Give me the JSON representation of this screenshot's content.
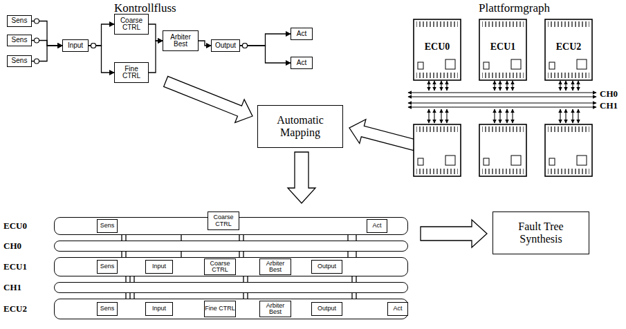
{
  "diagram": {
    "nodes": [
      {
        "text": [
          "Sens"
        ]
      },
      {
        "text": [
          "Sens"
        ]
      },
      {
        "text": [
          "Sens"
        ]
      },
      {
        "text": [
          "Input"
        ]
      },
      {
        "text": [
          "Coarse CTRL"
        ]
      },
      {
        "text": [
          "Fine CTRL"
        ]
      },
      {
        "text": [
          "Arbiter Best"
        ]
      },
      {
        "text": [
          "Output"
        ]
      },
      {
        "text": [
          "Act"
        ]
      },
      {
        "text": [
          "Act"
        ]
      },
      {
        "text": [
          "ECU0"
        ]
      },
      {
        "text": [
          "ECU1"
        ]
      },
      {
        "text": [
          "ECU2"
        ]
      },
      {
        "text": [
          "Automatic Mapping"
        ]
      },
      {
        "text": [
          "ECU0"
        ]
      },
      {
        "text": [
          "Sens"
        ],
        "in": 14
      },
      {
        "text": [
          "Coarse CTRL"
        ],
        "in": 14
      },
      {
        "text": [
          "Act"
        ],
        "in": 14
      },
      {
        "text": [
          "CH0"
        ]
      },
      {
        "text": [
          "ECU1"
        ]
      },
      {
        "text": [
          "Sens"
        ],
        "in": 19
      },
      {
        "text": [
          "Input"
        ],
        "in": 19
      },
      {
        "text": [
          "Coarse CTRL"
        ],
        "in": 19
      },
      {
        "text": [
          "Arbiter Best"
        ],
        "in": 19
      },
      {
        "text": [
          "Output"
        ],
        "in": 19
      },
      {
        "text": [
          "CH1"
        ]
      },
      {
        "text": [
          "ECU2"
        ]
      },
      {
        "text": [
          "Sens"
        ],
        "in": 26
      },
      {
        "text": [
          "Input"
        ],
        "in": 26
      },
      {
        "text": [
          "Fine CTRL"
        ],
        "in": 26
      },
      {
        "text": [
          "Arbiter Best"
        ],
        "in": 26
      },
      {
        "text": [
          "Output"
        ],
        "in": 26
      },
      {
        "text": [
          "Act"
        ],
        "in": 26
      },
      {
        "text": [
          "Fault Tree Synthesis"
        ]
      }
    ],
    "edges": [
      {
        "from": 0,
        "to": 3,
        "arrow": "to"
      },
      {
        "from": 1,
        "to": 3,
        "arrow": "to"
      },
      {
        "from": 2,
        "to": 3,
        "arrow": "to"
      },
      {
        "from": 3,
        "to": 4,
        "arrow": "to"
      },
      {
        "from": 3,
        "to": 5,
        "arrow": "to"
      },
      {
        "from": 4,
        "to": 6,
        "arrow": "to"
      },
      {
        "from": 5,
        "to": 6,
        "arrow": "to"
      },
      {
        "from": 6,
        "to": 7,
        "arrow": "to"
      },
      {
        "from": 7,
        "to": 8,
        "arrow": "to"
      },
      {
        "from": 7,
        "to": 9,
        "arrow": "to"
      },
      {
        "from": 15,
        "to": 21,
        "arrow": "to"
      },
      {
        "from": 15,
        "to": 28,
        "arrow": "to"
      },
      {
        "from": 20,
        "to": 21,
        "arrow": "to"
      },
      {
        "from": 20,
        "to": 28,
        "arrow": "to"
      },
      {
        "from": 27,
        "to": 28,
        "arrow": "to"
      },
      {
        "from": 27,
        "to": 21,
        "arrow": "to"
      },
      {
        "from": 21,
        "to": 16,
        "arrow": "to"
      },
      {
        "from": 21,
        "to": 22,
        "arrow": "to"
      },
      {
        "from": 28,
        "to": 29,
        "arrow": "to"
      },
      {
        "from": 16,
        "to": 23,
        "arrow": "to"
      },
      {
        "from": 16,
        "to": 30,
        "arrow": "to"
      },
      {
        "from": 22,
        "to": 23,
        "arrow": "to"
      },
      {
        "from": 29,
        "to": 30,
        "arrow": "to"
      },
      {
        "from": 29,
        "to": 23,
        "arrow": "to"
      },
      {
        "from": 23,
        "to": 24,
        "arrow": "to"
      },
      {
        "from": 30,
        "to": 31,
        "arrow": "to"
      },
      {
        "from": 24,
        "to": 17,
        "arrow": "to"
      },
      {
        "from": 24,
        "to": 32,
        "arrow": "to"
      },
      {
        "from": 31,
        "to": 17,
        "arrow": "to"
      },
      {
        "from": 31,
        "to": 32,
        "arrow": "to"
      }
    ],
    "labels": [
      "Kontrollfluss",
      "Plattformgraph",
      "CH0",
      "CH1"
    ]
  }
}
